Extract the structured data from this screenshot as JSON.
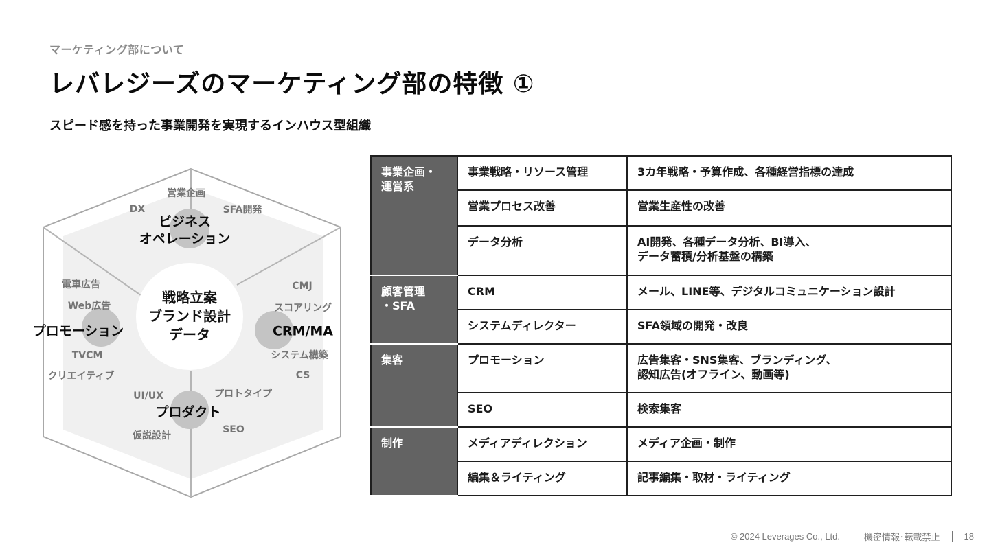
{
  "header": {
    "breadcrumb": "マーケティング部について",
    "title": "レバレジーズのマーケティング部の特徴 ①",
    "subtitle": "スピード感を持った事業開発を実現するインハウス型組織"
  },
  "diagram": {
    "center": "戦略立案\nブランド設計\nデータ",
    "areas": [
      {
        "title": "ビジネス\nオペレーション",
        "items": [
          "営業企画",
          "DX",
          "SFA開発"
        ]
      },
      {
        "title": "CRM/MA",
        "items": [
          "CMJ",
          "スコアリング",
          "システム構築",
          "CS"
        ]
      },
      {
        "title": "プロダクト",
        "items": [
          "UI/UX",
          "プロトタイプ",
          "仮説設計",
          "SEO"
        ]
      },
      {
        "title": "プロモーション",
        "items": [
          "電車広告",
          "Web広告",
          "TVCM",
          "クリエイティブ"
        ]
      }
    ]
  },
  "table": {
    "groups": [
      {
        "category": "事業企画・\n運営系",
        "rows": [
          {
            "area": "事業戦略・リソース管理",
            "detail": "3カ年戦略・予算作成、各種経営指標の達成"
          },
          {
            "area": "営業プロセス改善",
            "detail": "営業生産性の改善"
          },
          {
            "area": "データ分析",
            "detail": "AI開発、各種データ分析、BI導入、\nデータ蓄積/分析基盤の構築"
          }
        ]
      },
      {
        "category": "顧客管理\n・SFA",
        "rows": [
          {
            "area": "CRM",
            "detail": "メール、LINE等、デジタルコミュニケーション設計"
          },
          {
            "area": "システムディレクター",
            "detail": "SFA領域の開発・改良"
          }
        ]
      },
      {
        "category": "集客",
        "rows": [
          {
            "area": "プロモーション",
            "detail": "広告集客・SNS集客、ブランディング、\n認知広告(オフライン、動画等)"
          },
          {
            "area": "SEO",
            "detail": "検索集客"
          }
        ]
      },
      {
        "category": "制作",
        "rows": [
          {
            "area": "メディアディレクション",
            "detail": "メディア企画・制作"
          },
          {
            "area": "編集＆ライティング",
            "detail": "記事編集・取材・ライティング"
          }
        ]
      }
    ]
  },
  "footer": {
    "copyright": "© 2024 Leverages Co., Ltd.",
    "confidential": "機密情報･転載禁止",
    "page_number": "18"
  }
}
